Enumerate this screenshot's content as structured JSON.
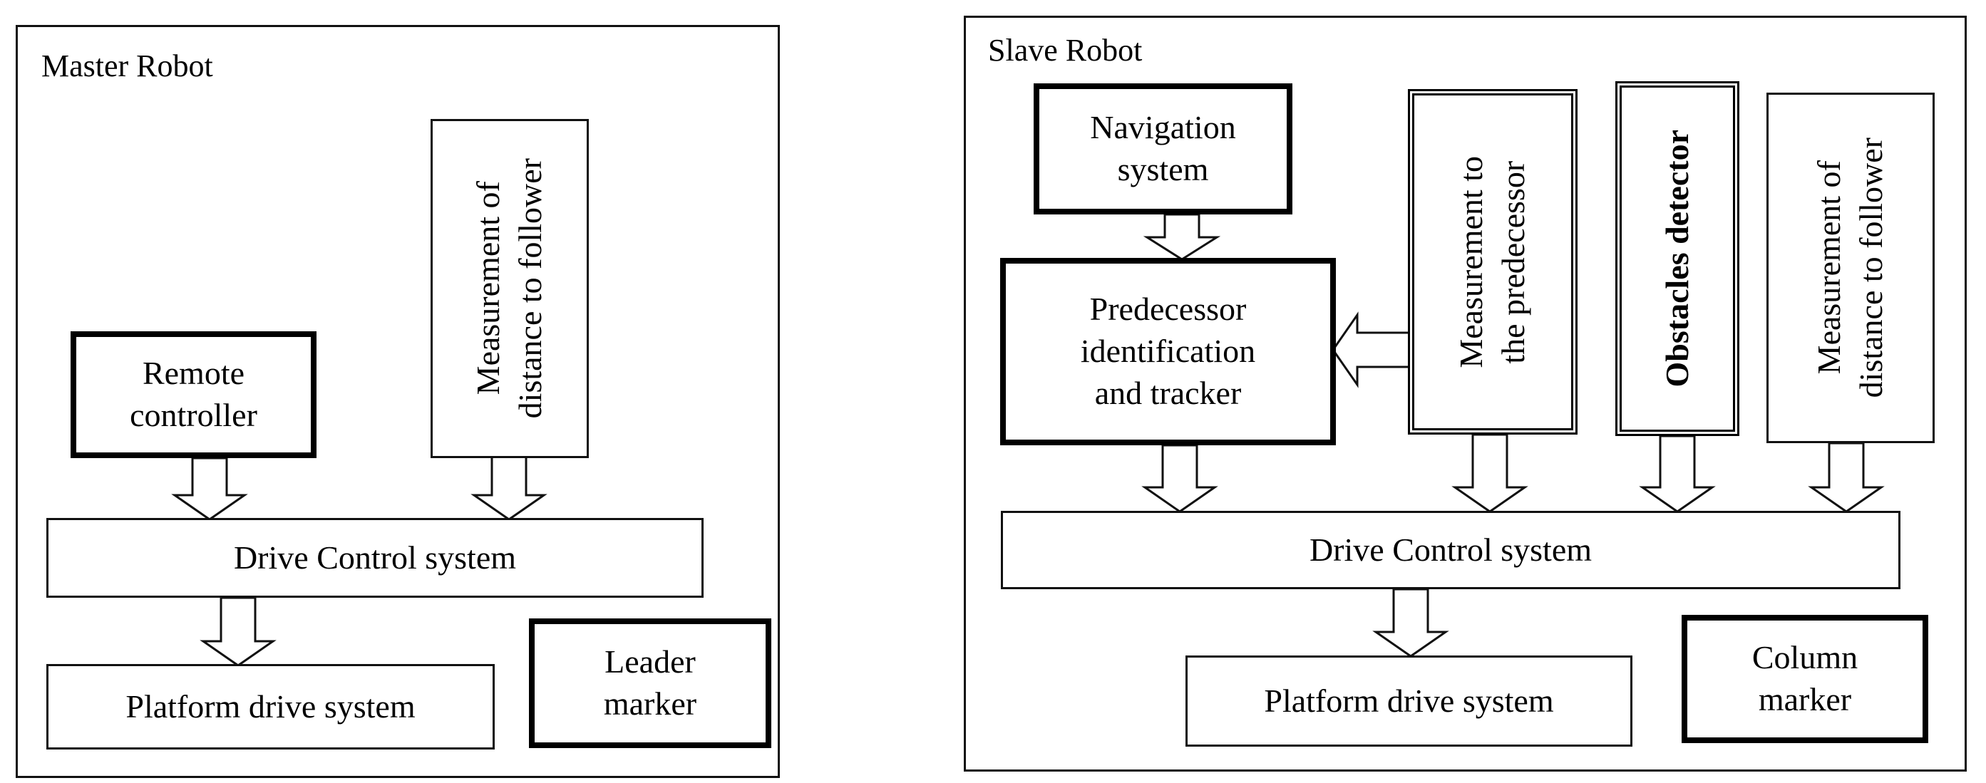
{
  "master": {
    "title": "Master Robot",
    "remote_line1": "Remote",
    "remote_line2": "controller",
    "measure_line1": "Measurement of",
    "measure_line2": "distance to follower",
    "drive_control": "Drive Control system",
    "platform_drive": "Platform drive system",
    "marker_line1": "Leader",
    "marker_line2": "marker"
  },
  "slave": {
    "title": "Slave Robot",
    "nav_line1": "Navigation",
    "nav_line2": "system",
    "pred_line1": "Predecessor",
    "pred_line2": "identification",
    "pred_line3": "and tracker",
    "mp_line1": "Measurement to",
    "mp_line2": "the predecessor",
    "obstacles": "Obstacles detector",
    "mf_line1": "Measurement of",
    "mf_line2": "distance to follower",
    "drive_control": "Drive Control system",
    "platform_drive": "Platform drive system",
    "marker_line1": "Column",
    "marker_line2": "marker"
  }
}
